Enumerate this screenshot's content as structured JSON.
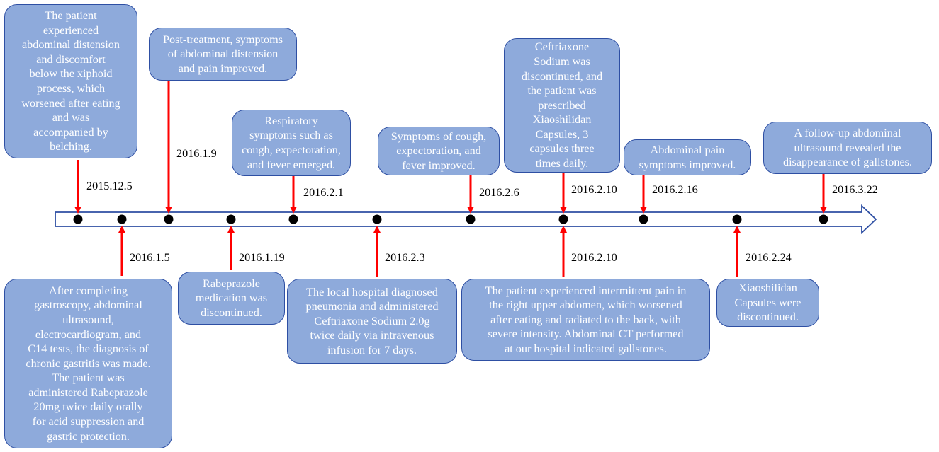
{
  "events": [
    {
      "id": "e1",
      "date": "2015.12.5",
      "side": "top",
      "text": "The patient\nexperienced\nabdominal distension\nand discomfort\nbelow the xiphoid\nprocess, which\nworsened after eating\nand was\naccompanied by\nbelching."
    },
    {
      "id": "e2",
      "date": "2016.1.5",
      "side": "bottom",
      "text": "After completing\ngastroscopy, abdominal\nultrasound,\nelectrocardiogram, and\nC14 tests, the diagnosis of\nchronic gastritis was made.\nThe patient was\nadministered Rabeprazole\n20mg twice daily orally\nfor acid suppression and\ngastric protection."
    },
    {
      "id": "e3",
      "date": "2016.1.9",
      "side": "top",
      "text": "Post-treatment, symptoms\nof abdominal distension\nand pain improved."
    },
    {
      "id": "e4",
      "date": "2016.1.19",
      "side": "bottom",
      "text": "Rabeprazole\nmedication was\ndiscontinued."
    },
    {
      "id": "e5",
      "date": "2016.2.1",
      "side": "top",
      "text": "Respiratory\nsymptoms such as\ncough, expectoration,\nand fever emerged."
    },
    {
      "id": "e6",
      "date": "2016.2.3",
      "side": "bottom",
      "text": "The local hospital diagnosed\npneumonia and administered\nCeftriaxone Sodium 2.0g\ntwice daily via intravenous\ninfusion for 7 days."
    },
    {
      "id": "e7",
      "date": "2016.2.6",
      "side": "top",
      "text": "Symptoms of cough,\nexpectoration, and\nfever improved."
    },
    {
      "id": "e8",
      "date": "2016.2.10",
      "side": "top",
      "text": "Ceftriaxone\nSodium was\ndiscontinued, and\nthe patient was\nprescribed\nXiaoshilidan\nCapsules, 3\ncapsules three\ntimes daily."
    },
    {
      "id": "e9",
      "date": "2016.2.10",
      "side": "bottom",
      "text": "The patient experienced intermittent pain in\nthe right upper abdomen, which worsened\nafter eating and radiated to the back, with\nsevere intensity. Abdominal CT performed\nat our hospital indicated gallstones."
    },
    {
      "id": "e10",
      "date": "2016.2.16",
      "side": "top",
      "text": "Abdominal pain\nsymptoms improved."
    },
    {
      "id": "e11",
      "date": "2016.2.24",
      "side": "bottom",
      "text": "Xiaoshilidan\nCapsules were\ndiscontinued."
    },
    {
      "id": "e12",
      "date": "2016.3.22",
      "side": "top",
      "text": "A follow-up abdominal\nultrasound revealed the\ndisappearance of gallstones."
    }
  ],
  "colors": {
    "box_fill": "#8eaadb",
    "box_border": "#2e4fa3",
    "connector": "#ff0000",
    "axis": "#2e4fa3",
    "dot": "#000000"
  }
}
